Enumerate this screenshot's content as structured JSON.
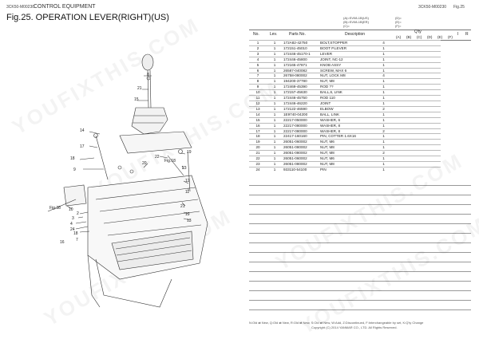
{
  "header": {
    "doc_code_left": "3CK50-M00230",
    "category": "CONTROL EQUIPMENT",
    "doc_code_right": "3CK50-M00230",
    "fig_ref": "Fig.25",
    "figure_title": "Fig.25.  OPERATION LEVER(RIGHT)(US)"
  },
  "legend": {
    "a": "(A)=SV08-1B(US)",
    "b": "(B)=SV08-1B(ER)",
    "c": "(C)=",
    "d": "(D)=",
    "e": "(E)=",
    "f": "(F)="
  },
  "columns": {
    "no": "No.",
    "lev": "Lev.",
    "parts_no": "Parts No.",
    "description": "Description",
    "qty": "Q'ty",
    "qty_cols": [
      "(A)",
      "(B)",
      "(C)",
      "(D)",
      "(E)",
      "(F)"
    ],
    "i": "I",
    "r": "R"
  },
  "rows": [
    {
      "no": "1",
      "lev": "1",
      "pn": "172A82-42750",
      "desc": "BOLT,STOPPER",
      "qty": "4"
    },
    {
      "no": "2",
      "lev": "1",
      "pn": "172151-45010",
      "desc": "BOOT P.LEVER",
      "qty": "1"
    },
    {
      "no": "3",
      "lev": "1",
      "pn": "172446-45170-1",
      "desc": "LEVER",
      "qty": "1"
    },
    {
      "no": "4",
      "lev": "1",
      "pn": "172446-45800",
      "desc": "JOINT, NC-12",
      "qty": "1"
    },
    {
      "no": "5",
      "lev": "1",
      "pn": "172165-47871",
      "desc": "KNOB ASSY",
      "qty": "1"
    },
    {
      "no": "6",
      "lev": "1",
      "pn": "26587-040082",
      "desc": "SCREW, MAX 6",
      "qty": "1"
    },
    {
      "no": "7",
      "lev": "1",
      "pn": "26758-080002",
      "desc": "NUT, LOCK M8",
      "qty": "4"
    },
    {
      "no": "8",
      "lev": "1",
      "pn": "194200-37780",
      "desc": "NUT, M8",
      "qty": "1"
    },
    {
      "no": "9",
      "lev": "1",
      "pn": "172469-45390",
      "desc": "ROD ??",
      "qty": "1"
    },
    {
      "no": "10",
      "lev": "1",
      "pn": "172157-45630",
      "desc": "BALL,6, LINK",
      "qty": "1"
    },
    {
      "no": "11",
      "lev": "1",
      "pn": "172446-45750",
      "desc": "ROD 110",
      "qty": "1"
    },
    {
      "no": "12",
      "lev": "1",
      "pn": "172446-46220",
      "desc": "JOINT",
      "qty": "1"
    },
    {
      "no": "13",
      "lev": "1",
      "pn": "172122-46590",
      "desc": "ELBOW",
      "qty": "2"
    },
    {
      "no": "14",
      "lev": "1",
      "pn": "1E9740-04200",
      "desc": "BALL, LINK",
      "qty": "1"
    },
    {
      "no": "15",
      "lev": "1",
      "pn": "22217-050000",
      "desc": "WASHER, 6",
      "qty": "1"
    },
    {
      "no": "16",
      "lev": "1",
      "pn": "22217-080000",
      "desc": "WASHER, 8",
      "qty": "1"
    },
    {
      "no": "17",
      "lev": "1",
      "pn": "22217-080000",
      "desc": "WASHER, 8",
      "qty": "2"
    },
    {
      "no": "18",
      "lev": "1",
      "pn": "22417-160160",
      "desc": "PIN, COTTER 1.6X16",
      "qty": "1"
    },
    {
      "no": "19",
      "lev": "1",
      "pn": "26051-060002",
      "desc": "NUT, M6",
      "qty": "1"
    },
    {
      "no": "20",
      "lev": "1",
      "pn": "26051-080002",
      "desc": "NUT, M8",
      "qty": "1"
    },
    {
      "no": "21",
      "lev": "1",
      "pn": "26051-080002",
      "desc": "NUT, M8",
      "qty": "2"
    },
    {
      "no": "22",
      "lev": "1",
      "pn": "26051-060002",
      "desc": "NUT, M6",
      "qty": "1"
    },
    {
      "no": "23",
      "lev": "1",
      "pn": "26051-080002",
      "desc": "NUT, M8",
      "qty": "1"
    },
    {
      "no": "24",
      "lev": "1",
      "pn": "933110-54100",
      "desc": "PIN",
      "qty": "1"
    }
  ],
  "diagram": {
    "callouts": [
      "14",
      "17",
      "18",
      "9",
      "22",
      "20",
      "8",
      "21",
      "19",
      "23",
      "12",
      "11",
      "10",
      "21",
      "19",
      "13",
      "15",
      "2",
      "3",
      "4",
      "24",
      "18",
      "16",
      "7"
    ],
    "fig_refs": [
      "Fig.18",
      "Fig.38"
    ]
  },
  "footer": {
    "legend_line": "N:Old ⇄ New, Q:Old ⇄ New, R:Old ⇄ New, S:Old ⇄ New, W:Add, Z:Discontinued, F:Interchangeable by set, K:Q'ty Change",
    "copyright": "Copyright (C) 2014 YANMAR CO., LTD. All Rights Reserved."
  },
  "watermark": {
    "text": "YOUFIXTHIS.COM"
  },
  "colors": {
    "line": "#999999",
    "text": "#222222"
  }
}
